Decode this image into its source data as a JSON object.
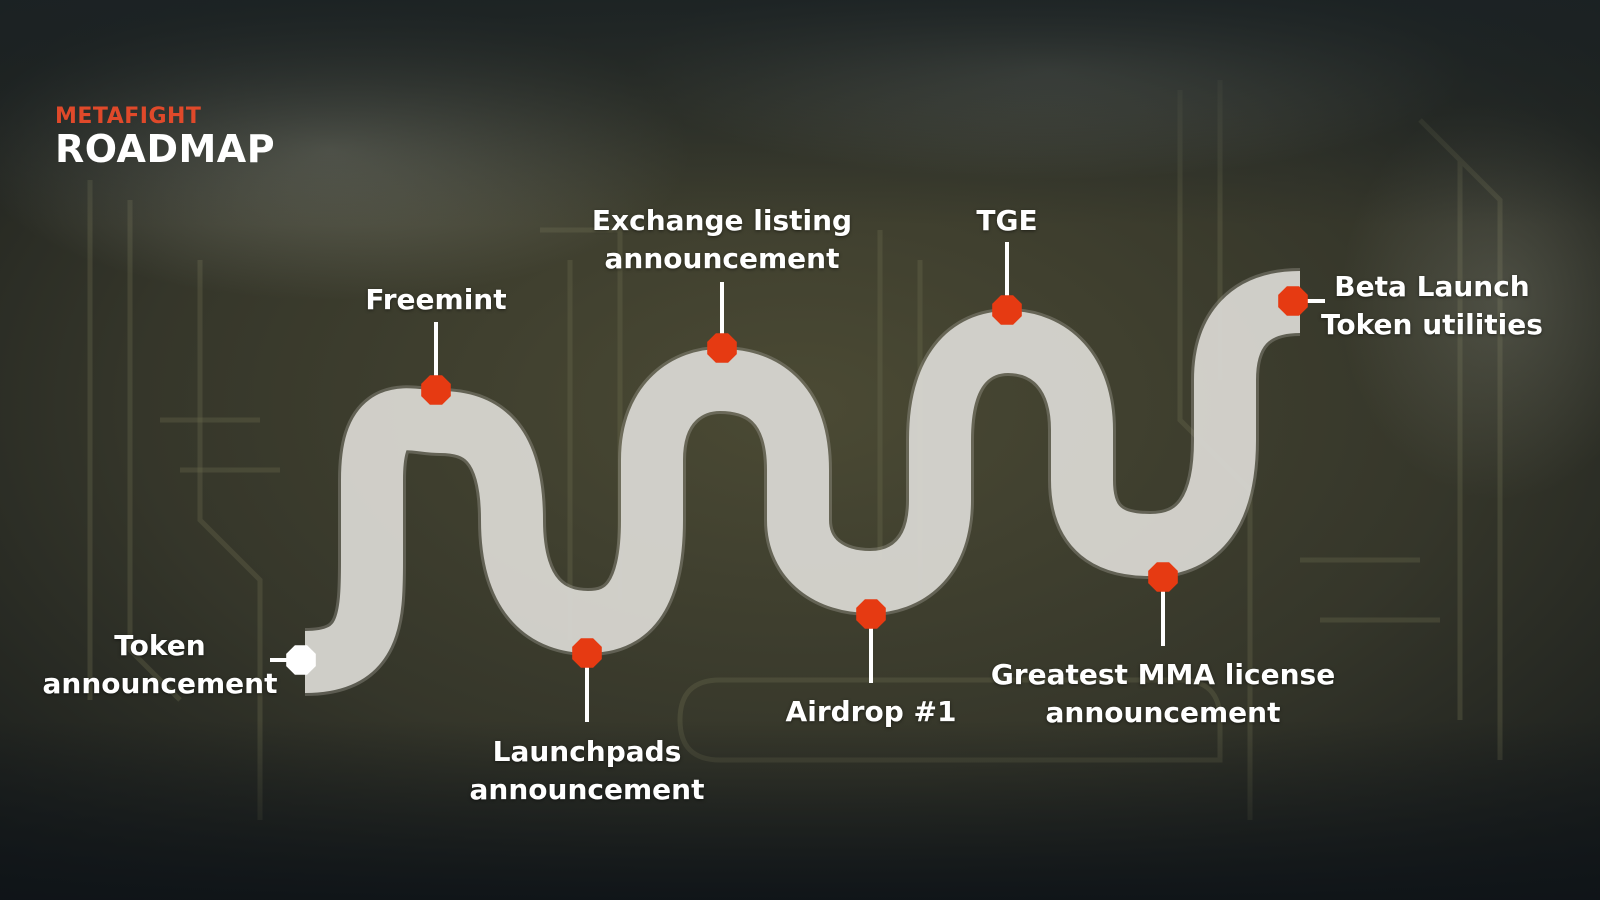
{
  "brand": {
    "title": "METAFIGHT",
    "subtitle": "ROADMAP"
  },
  "colors": {
    "accent": "#e0492a",
    "marker": "#e63a12",
    "road": "#d9d8d2",
    "start_marker": "#ffffff"
  },
  "milestones": [
    {
      "id": "token",
      "lines": [
        "Token",
        "announcement"
      ],
      "start": true
    },
    {
      "id": "freemint",
      "lines": [
        "Freemint"
      ]
    },
    {
      "id": "launchpads",
      "lines": [
        "Launchpads",
        "announcement"
      ]
    },
    {
      "id": "exchange",
      "lines": [
        "Exchange listing",
        "announcement"
      ]
    },
    {
      "id": "airdrop",
      "lines": [
        "Airdrop #1"
      ]
    },
    {
      "id": "tge",
      "lines": [
        "TGE"
      ]
    },
    {
      "id": "mma",
      "lines": [
        "Greatest MMA license",
        "announcement"
      ]
    },
    {
      "id": "beta",
      "lines": [
        "Beta Launch",
        "Token utilities"
      ]
    }
  ]
}
